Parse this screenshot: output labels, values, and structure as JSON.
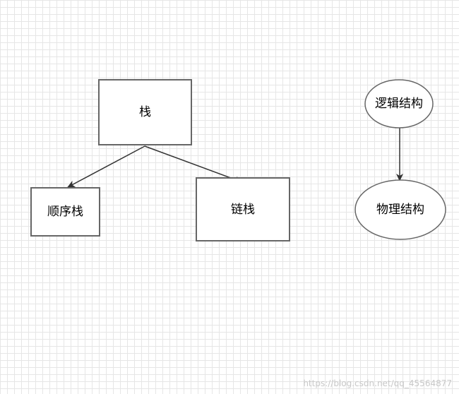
{
  "diagram": {
    "nodes": {
      "stack": {
        "label": "栈",
        "shape": "rectangle"
      },
      "sequential_stack": {
        "label": "顺序栈",
        "shape": "rectangle"
      },
      "linked_stack": {
        "label": "链栈",
        "shape": "rectangle"
      },
      "logical_structure": {
        "label": "逻辑结构",
        "shape": "ellipse"
      },
      "physical_structure": {
        "label": "物理结构",
        "shape": "ellipse"
      }
    },
    "edges": [
      {
        "from": "stack",
        "to": "sequential_stack"
      },
      {
        "from": "stack",
        "to": "linked_stack"
      },
      {
        "from": "logical_structure",
        "to": "physical_structure"
      }
    ],
    "colors": {
      "stroke": "#666666",
      "arrow": "#333333",
      "fill": "#ffffff",
      "grid": "#e6e6e6"
    }
  },
  "watermark": "https://blog.csdn.net/qq_45564877"
}
